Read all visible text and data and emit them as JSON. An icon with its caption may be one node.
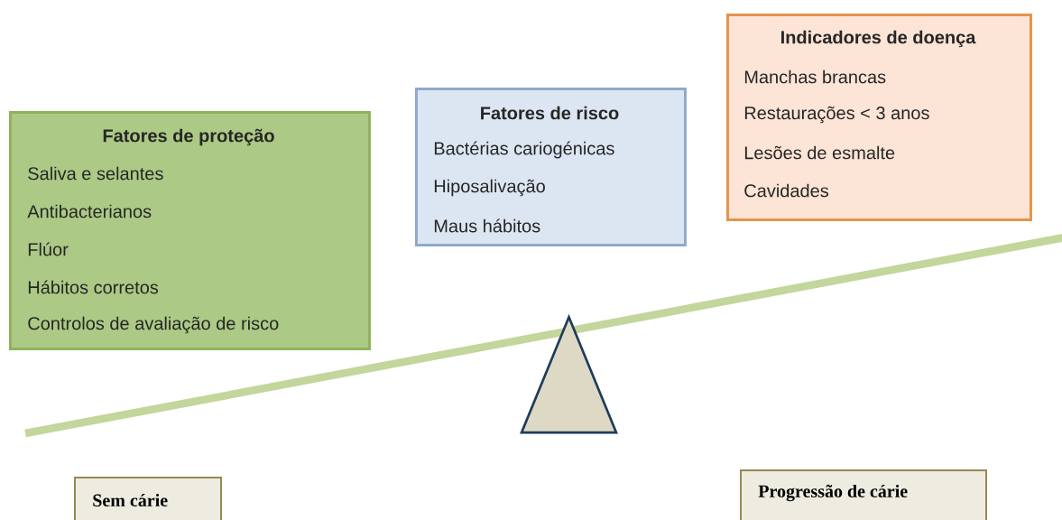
{
  "diagram": {
    "nodes": [
      {
        "text": [
          "Fatores de proteção",
          "Saliva e selantes",
          "Antibacterianos",
          "Flúor",
          "Hábitos corretos",
          "Controlos de avaliação de risco"
        ]
      },
      {
        "text": [
          "Fatores de risco",
          "Bactérias cariogénicas",
          "Hiposalivação",
          "Maus hábitos"
        ]
      },
      {
        "text": [
          "Indicadores de doença",
          "Manchas brancas",
          "Restaurações < 3 anos",
          "Lesões de esmalte",
          "Cavidades"
        ]
      },
      {
        "text": [],
        "shape": "triangle"
      },
      {
        "text": [
          "Sem cárie"
        ]
      },
      {
        "text": [
          "Progressão de cárie"
        ]
      }
    ]
  }
}
